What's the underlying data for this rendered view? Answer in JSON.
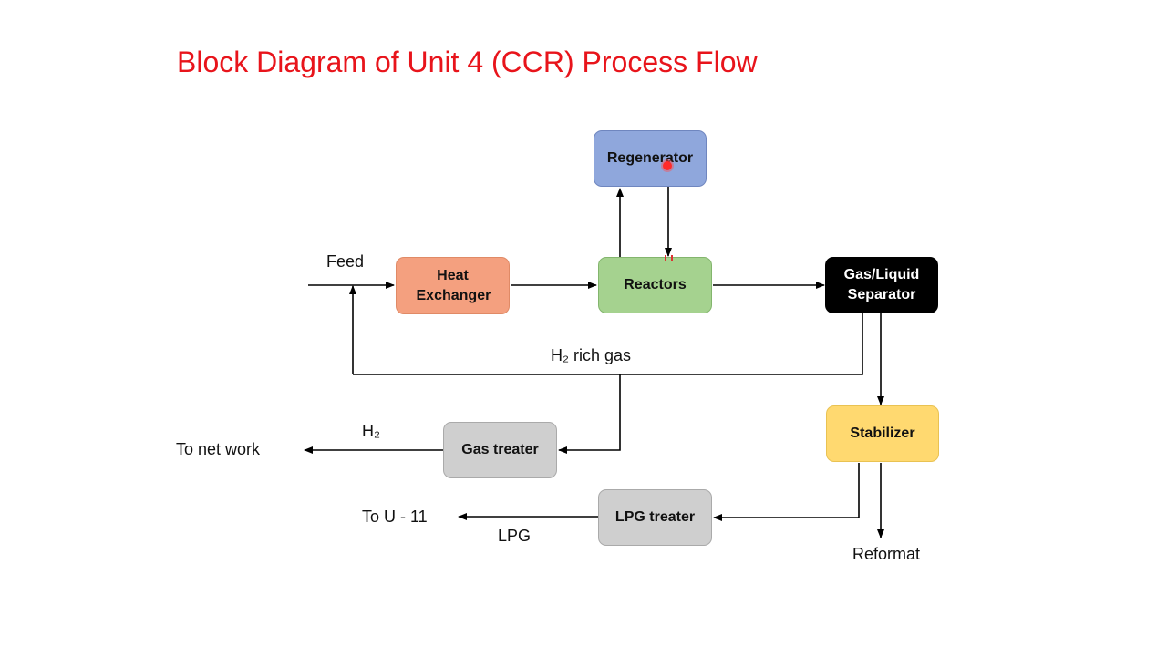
{
  "title": "Block Diagram of Unit 4 (CCR) Process Flow",
  "colors": {
    "title": "#e8141b",
    "regenerator": "#8fa7dc",
    "heat_exchanger": "#f4a07f",
    "reactors": "#a5d28f",
    "separator": "#000000",
    "stabilizer": "#ffd970",
    "treater": "#cfcfcf"
  },
  "blocks": {
    "regenerator": "Regenerator",
    "heat_exchanger": "Heat Exchanger",
    "reactors": "Reactors",
    "separator": "Gas/Liquid Separator",
    "stabilizer": "Stabilizer",
    "gas_treater": "Gas treater",
    "lpg_treater": "LPG treater"
  },
  "labels": {
    "feed": "Feed",
    "h2_rich_gas": "H₂ rich gas",
    "h2": "H₂",
    "to_network": "To net work",
    "to_u11": "To U - 11",
    "lpg": "LPG",
    "reformat": "Reformat"
  }
}
